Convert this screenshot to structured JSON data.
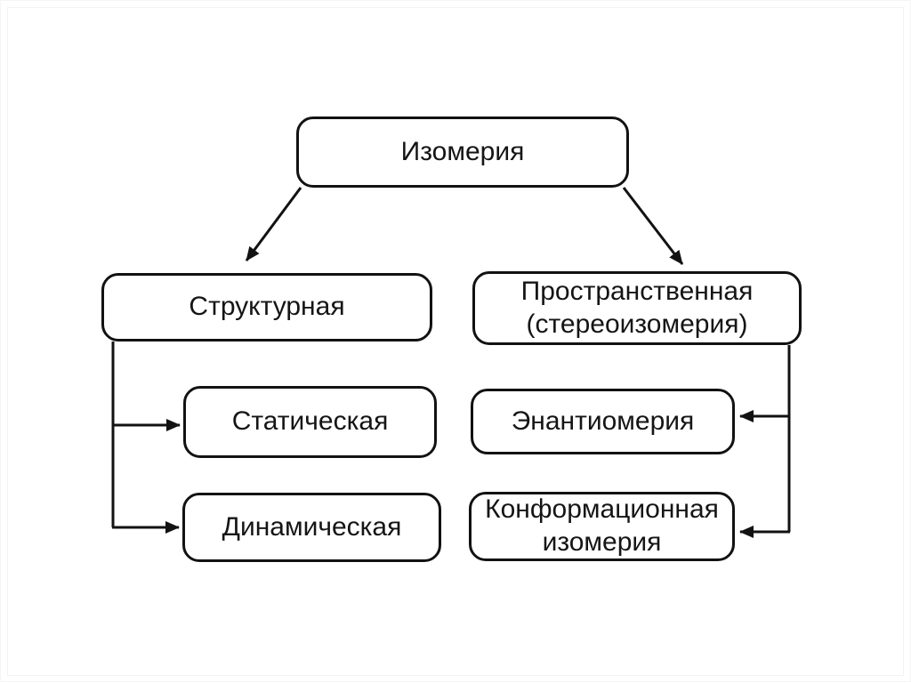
{
  "diagram": {
    "topic": "Изомерия",
    "nodes": {
      "root": {
        "label": "Изомерия"
      },
      "structural": {
        "label": "Структурная"
      },
      "spatial": {
        "label": "Пространственная (стереоизомерия)"
      },
      "static": {
        "label": "Статическая"
      },
      "dynamic": {
        "label": "Динамическая"
      },
      "enantiomerism": {
        "label": "Энантиомерия"
      },
      "conformational": {
        "label": "Конформационная изомерия"
      }
    },
    "edges": [
      {
        "from": "root",
        "to": "structural"
      },
      {
        "from": "root",
        "to": "spatial"
      },
      {
        "from": "structural",
        "to": "static"
      },
      {
        "from": "structural",
        "to": "dynamic"
      },
      {
        "from": "spatial",
        "to": "enantiomerism"
      },
      {
        "from": "spatial",
        "to": "conformational"
      }
    ],
    "colors": {
      "background": "#ffffff",
      "node_fill": "#ffffff",
      "line": "#121212",
      "text": "#151515"
    }
  }
}
